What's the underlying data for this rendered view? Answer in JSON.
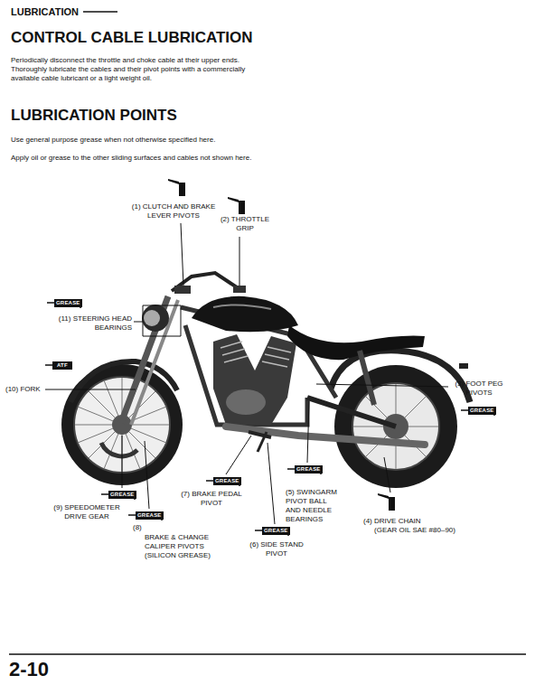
{
  "diagram": {
    "title": "CONTROL CABLE LUBRICATION",
    "labels": [
      "LUBRICATION",
      "Periodically disconnect the throttle and choke cable at their upper ends. Thoroughly lubricate the cables and their pivot points with a commercially available cable lubricant or a light weight oil.",
      "LUBRICATION POINTS",
      "Use general purpose grease when not otherwise specified here.",
      "Apply oil or grease to the other sliding surfaces and cables not shown here.",
      "(1) CLUTCH AND BRAKE LEVER PIVOTS",
      "(2) THROTTLE GRIP",
      "GREASE",
      "(11) STEERING HEAD BEARINGS",
      "ATF",
      "(10) FORK",
      "(3) FOOT PEG PIVOTS",
      "GREASE",
      "GREASE",
      "GREASE",
      "GREASE",
      "(9) SPEEDOMETER DRIVE GEAR",
      "(7) BRAKE PEDAL PIVOT",
      "(5) SWINGARM PIVOT BALL AND NEEDLE BEARINGS",
      "(4) DRIVE CHAIN",
      "(GEAR OIL SAE #80–90)",
      "GREASE",
      "(8)",
      "BRAKE & CHANGE CALIPER PIVOTS (SILICON GREASE)",
      "GREASE",
      "(6) SIDE STAND PIVOT",
      "2-10"
    ]
  }
}
